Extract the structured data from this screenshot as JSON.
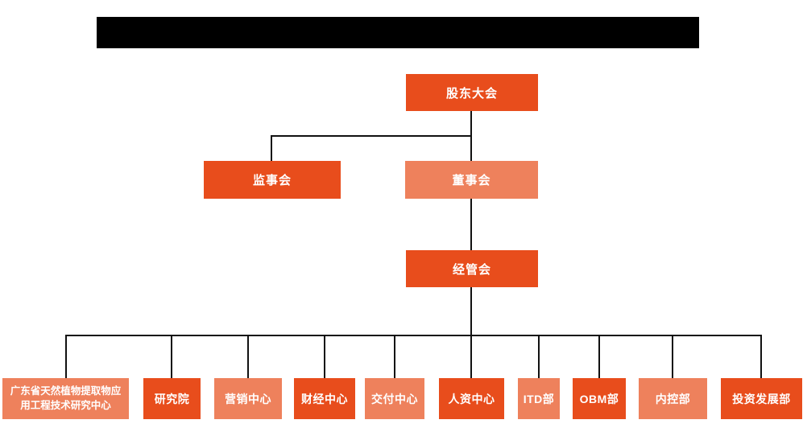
{
  "header": {
    "redacted_title_present": true,
    "redaction_color": "#000000"
  },
  "colors": {
    "primary_box": "#E84D1C",
    "secondary_box": "#EE815C",
    "connector_line": "#111111",
    "box_text": "#ffffff",
    "background": "#ffffff"
  },
  "org": {
    "root": {
      "label": "股东大会",
      "variant": "primary"
    },
    "level2": [
      {
        "label": "监事会",
        "variant": "primary"
      },
      {
        "label": "董事会",
        "variant": "secondary"
      }
    ],
    "level3": {
      "label": "经管会",
      "variant": "primary"
    },
    "departments": [
      {
        "label": "广东省天然植物提取物应用工程技术研究中心",
        "variant": "secondary"
      },
      {
        "label": "研究院",
        "variant": "primary"
      },
      {
        "label": "营销中心",
        "variant": "secondary"
      },
      {
        "label": "财经中心",
        "variant": "primary"
      },
      {
        "label": "交付中心",
        "variant": "secondary"
      },
      {
        "label": "人资中心",
        "variant": "primary"
      },
      {
        "label": "ITD部",
        "variant": "secondary"
      },
      {
        "label": "OBM部",
        "variant": "primary"
      },
      {
        "label": "内控部",
        "variant": "secondary"
      },
      {
        "label": "投资发展部",
        "variant": "primary"
      }
    ]
  }
}
